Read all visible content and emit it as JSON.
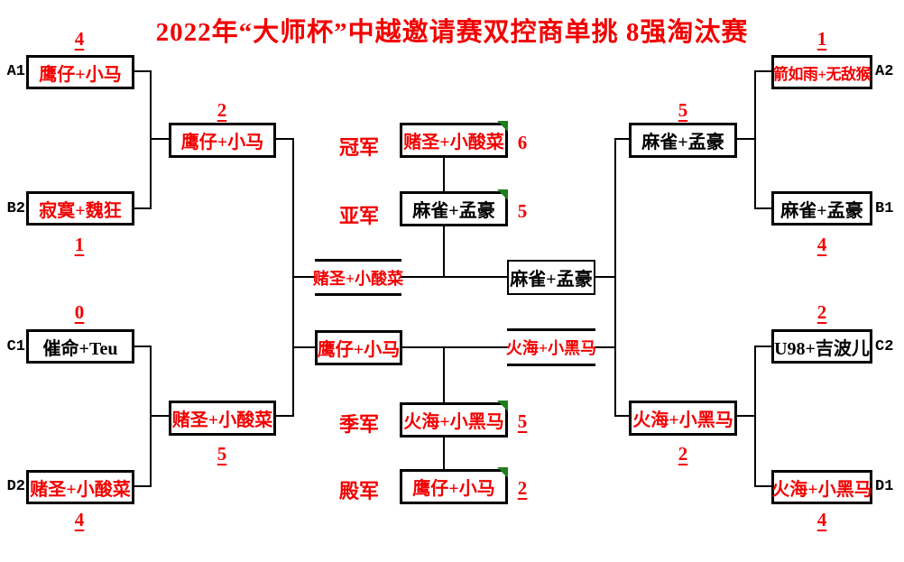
{
  "title": "2022年“大师杯”中越邀请赛双控商单挑 8强淘汰赛",
  "colors": {
    "red": "#f20000",
    "black": "#000000",
    "green_marker": "#1e7d1e"
  },
  "left": {
    "qf": [
      {
        "seed": "A1",
        "team": "鹰仔+小马",
        "score": "4"
      },
      {
        "seed": "B2",
        "team": "寂寞+魏狂",
        "score": "1"
      },
      {
        "seed": "C1",
        "team": "催命+Teu",
        "score": "0"
      },
      {
        "seed": "D2",
        "team": "赌圣+小酸菜",
        "score": "4"
      }
    ],
    "sf": [
      {
        "team": "鹰仔+小马",
        "score": "2"
      },
      {
        "team": "赌圣+小酸菜",
        "score": "5"
      }
    ]
  },
  "right": {
    "qf": [
      {
        "seed": "A2",
        "team": "箭如雨+无敌猴",
        "score": "1"
      },
      {
        "seed": "B1",
        "team": "麻雀+孟豪",
        "score": "4"
      },
      {
        "seed": "C2",
        "team": "U98+吉波儿",
        "score": "2"
      },
      {
        "seed": "D1",
        "team": "火海+小黑马",
        "score": "4"
      }
    ],
    "sf": [
      {
        "team": "麻雀+孟豪",
        "score": "5"
      },
      {
        "team": "火海+小黑马",
        "score": "2"
      }
    ]
  },
  "final": {
    "winner_left": "赌圣+小酸菜",
    "winner_right": "麻雀+孟豪",
    "loser_left": "鹰仔+小马",
    "loser_right": "火海+小黑马"
  },
  "results": [
    {
      "label": "冠军",
      "team": "赌圣+小酸菜",
      "score": "6"
    },
    {
      "label": "亚军",
      "team": "麻雀+孟豪",
      "score": "5"
    },
    {
      "label": "季军",
      "team": "火海+小黑马",
      "score": "5"
    },
    {
      "label": "殿军",
      "team": "鹰仔+小马",
      "score": "2"
    }
  ]
}
